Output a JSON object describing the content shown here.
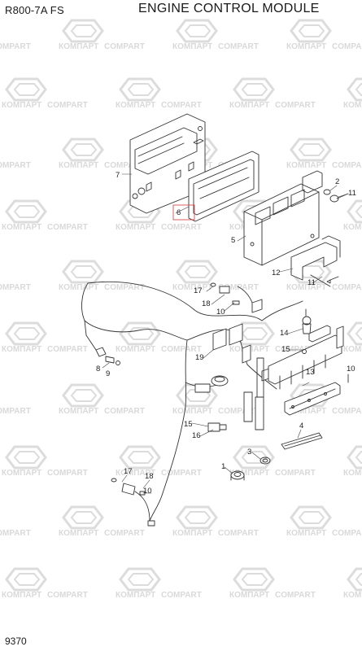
{
  "header": {
    "model": "R800-7A  FS",
    "title": "ENGINE CONTROL MODULE"
  },
  "footer": {
    "page_number": "9370"
  },
  "watermark": {
    "brand_cyrillic": "КОМПАРТ",
    "brand_latin": "COMPART",
    "color": "#d9d9d9"
  },
  "callouts": [
    {
      "id": "c7",
      "label": "7"
    },
    {
      "id": "c2",
      "label": "2"
    },
    {
      "id": "c11a",
      "label": "11"
    },
    {
      "id": "c6",
      "label": "6"
    },
    {
      "id": "c5",
      "label": "5"
    },
    {
      "id": "c12",
      "label": "12"
    },
    {
      "id": "c11b",
      "label": "11"
    },
    {
      "id": "c17a",
      "label": "17"
    },
    {
      "id": "c18a",
      "label": "18"
    },
    {
      "id": "c10a",
      "label": "10"
    },
    {
      "id": "c14",
      "label": "14"
    },
    {
      "id": "c15a",
      "label": "15"
    },
    {
      "id": "c19",
      "label": "19"
    },
    {
      "id": "c8",
      "label": "8"
    },
    {
      "id": "c9",
      "label": "9"
    },
    {
      "id": "c13",
      "label": "13"
    },
    {
      "id": "c15b",
      "label": "15"
    },
    {
      "id": "c16",
      "label": "16"
    },
    {
      "id": "c4",
      "label": "4"
    },
    {
      "id": "c3",
      "label": "3"
    },
    {
      "id": "c1",
      "label": "1"
    },
    {
      "id": "c17b",
      "label": "17"
    },
    {
      "id": "c18b",
      "label": "18"
    },
    {
      "id": "c10b",
      "label": "10"
    },
    {
      "id": "c10c",
      "label": "10"
    }
  ]
}
